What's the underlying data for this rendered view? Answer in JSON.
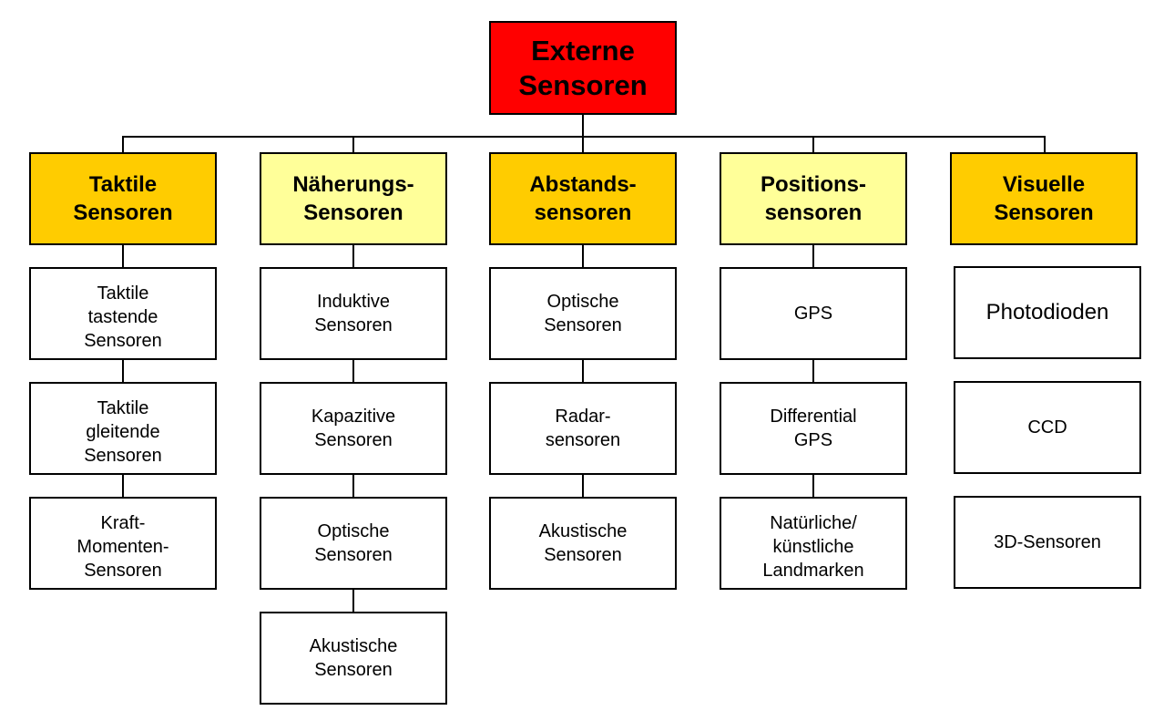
{
  "colors": {
    "root": "#ff0000",
    "category_orange": "#ffcc00",
    "category_yellow": "#ffff99",
    "leaf": "#ffffff",
    "line": "#000000"
  },
  "root": {
    "label": "Externe\nSensoren"
  },
  "categories": [
    {
      "label": "Taktile\nSensoren",
      "children": [
        "Taktile\ntastende\nSensoren",
        "Taktile\ngleitende\nSensoren",
        "Kraft-\nMomenten-\nSensoren"
      ]
    },
    {
      "label": "Näherungs-\nSensoren",
      "children": [
        "Induktive\nSensoren",
        "Kapazitive\nSensoren",
        "Optische\nSensoren",
        "Akustische\nSensoren"
      ]
    },
    {
      "label": "Abstands-\nsensoren",
      "children": [
        "Optische\nSensoren",
        "Radar-\nsensoren",
        "Akustische\nSensoren"
      ]
    },
    {
      "label": "Positions-\nsensoren",
      "children": [
        "GPS",
        "Differential\nGPS",
        "Natürliche/\nkünstliche\nLandmarken"
      ]
    },
    {
      "label": "Visuelle\nSensoren",
      "children": [
        "Photodioden",
        "CCD",
        "3D-Sensoren"
      ]
    }
  ]
}
